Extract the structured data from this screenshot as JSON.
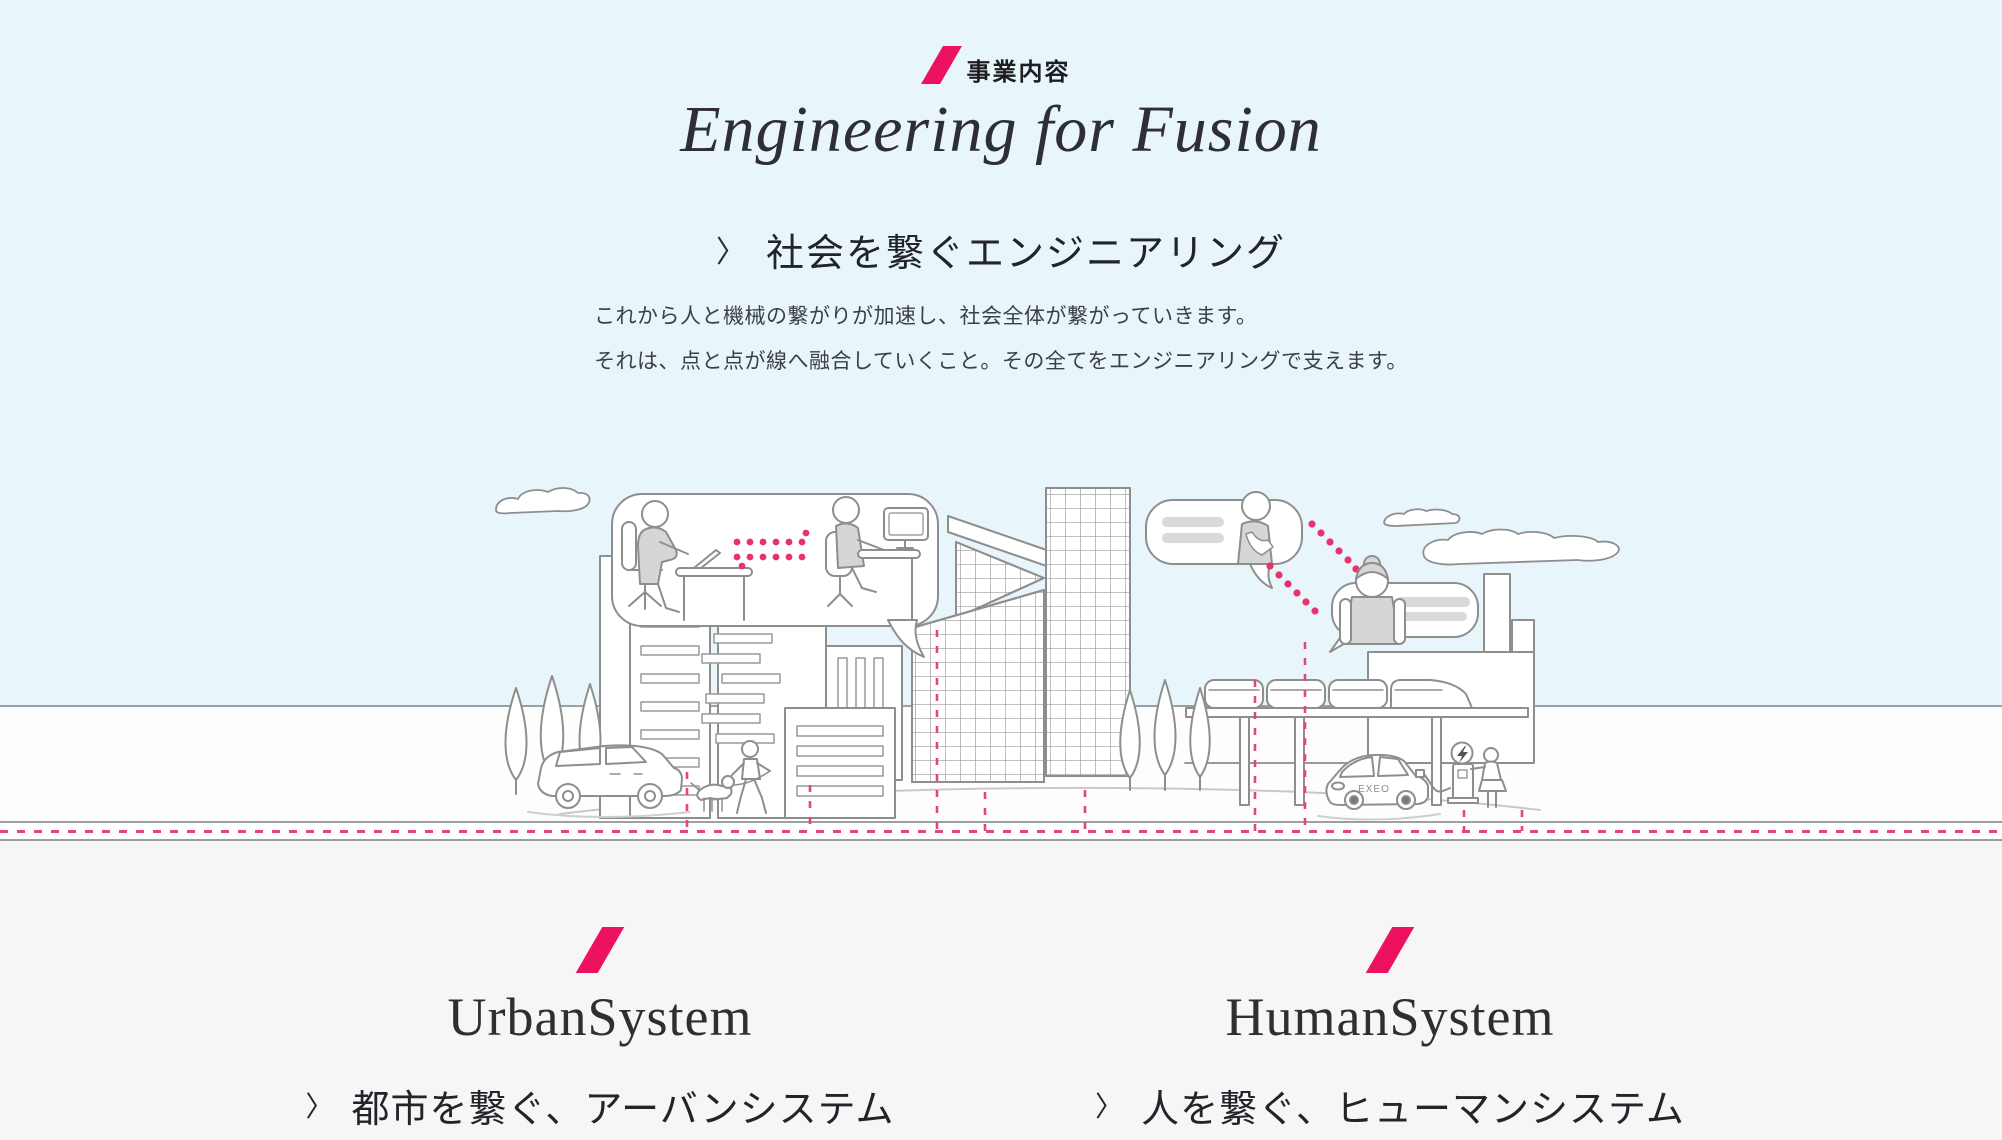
{
  "header": {
    "section_label": "事業内容",
    "title": "Engineering for Fusion",
    "subtitle": {
      "chevron": "〉",
      "text": "社会を繋ぐエンジニアリング"
    },
    "lead_lines": [
      "これから人と機械の繋がりが加速し、社会全体が繋がっていきます。",
      "それは、点と点が線へ融合していくこと。その全てをエンジニアリングで支えます。"
    ]
  },
  "systems": [
    {
      "title": "UrbanSystem",
      "chevron": "〉",
      "subtitle": "都市を繋ぐ、アーバンシステム"
    },
    {
      "title": "HumanSystem",
      "chevron": "〉",
      "subtitle": "人を繋ぐ、ヒューマンシステム"
    }
  ],
  "illustration": {
    "car_brand_label": "EXEO"
  },
  "colors": {
    "accent_pink": "#ED125F",
    "dot_pink": "#E8326B",
    "dash_pink": "#DF4A75",
    "sky_blue": "#E8F6FB",
    "section_gray": "#F6F6F7",
    "line_gray": "#8E8E8E"
  }
}
